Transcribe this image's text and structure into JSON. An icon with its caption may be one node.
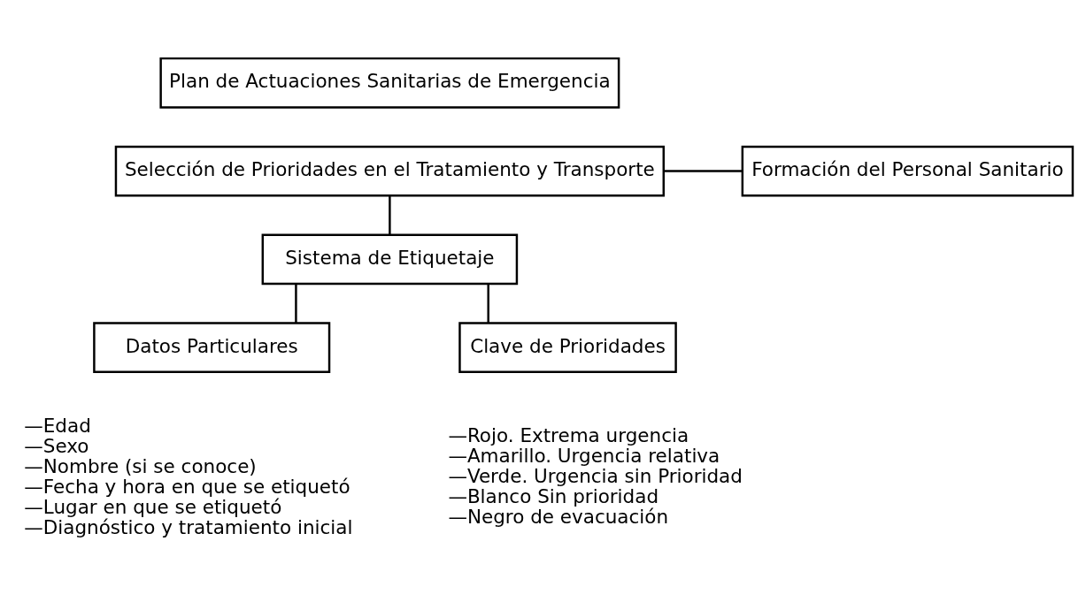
{
  "diagram": {
    "nodes": [
      {
        "text": [
          "Plan de Actuaciones Sanitarias de Emergencia"
        ]
      },
      {
        "text": [
          "Selección de Prioridades en el Tratamiento y Transporte"
        ]
      },
      {
        "text": [
          "Formación del Personal Sanitario"
        ]
      },
      {
        "text": [
          "Sistema de Etiquetaje"
        ]
      },
      {
        "text": [
          "Datos Particulares"
        ],
        "beside": [
          "—Edad",
          "—Sexo",
          "—Nombre (si se conoce)",
          "—Fecha y hora en que se etiquetó",
          "—Lugar en que se etiquetó",
          "—Diagnóstico y tratamiento inicial"
        ]
      },
      {
        "text": [
          "Clave de Prioridades"
        ],
        "beside": [
          "—Rojo. Extrema urgencia",
          "—Amarillo. Urgencia relativa",
          "—Verde. Urgencia sin Prioridad",
          "—Blanco Sin prioridad",
          "—Negro de evacuación"
        ]
      }
    ],
    "edges": [
      {
        "from": 1,
        "to": 2,
        "arrow": "none"
      },
      {
        "from": 1,
        "to": 3,
        "arrow": "none"
      },
      {
        "from": 3,
        "to": 4,
        "arrow": "none"
      },
      {
        "from": 3,
        "to": 5,
        "arrow": "none"
      }
    ]
  }
}
